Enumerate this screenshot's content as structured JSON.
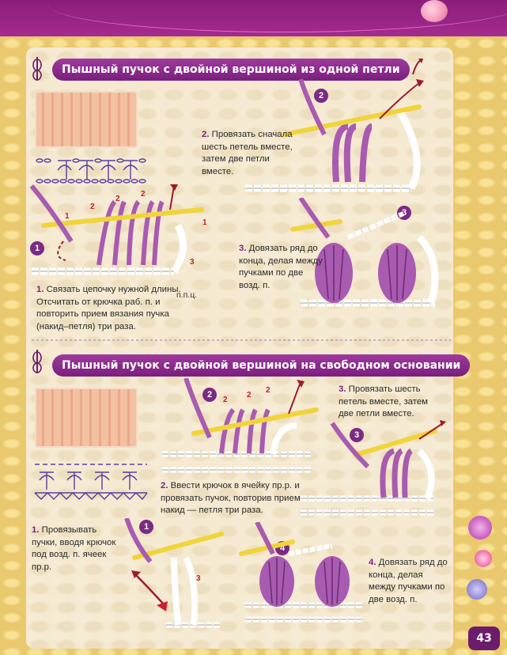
{
  "section1": {
    "title": "Пышный пучок с двойной вершиной из одной петли",
    "step1": {
      "n": "1.",
      "text": "Связать цепочку нужной длины. Отсчитать от крючка раб. п. и повторить прием вязания пучка (накид–петля) три раза."
    },
    "step2": {
      "n": "2.",
      "text": "Провязать сначала шесть петель вместе, затем две петли вместе."
    },
    "step3": {
      "n": "3.",
      "text": "Довязать ряд до конца, делая между пучками по две возд. п."
    },
    "label_ppc": "п.п.ц."
  },
  "section2": {
    "title": "Пышный пучок с двойной вершиной на свободном основании",
    "step1": {
      "n": "1.",
      "text": "Провязывать пучки, вводя крючок под возд. п. ячеек пр.р."
    },
    "step2": {
      "n": "2.",
      "text": "Ввести крючок в ячейку пр.р. и провязать пучок, повторив прием накид — петля три раза."
    },
    "step3": {
      "n": "3.",
      "text": "Провязать шесть петель вместе, затем две петли вместе."
    },
    "step4": {
      "n": "4.",
      "text": "Довязать ряд до конца, делая между пучками по две возд. п."
    }
  },
  "badges": [
    "1",
    "2",
    "3",
    "1",
    "2",
    "3",
    "4"
  ],
  "marks": [
    "1",
    "2",
    "2",
    "2",
    "3",
    "1",
    "2",
    "2",
    "2",
    "3"
  ],
  "page_number": "43",
  "colors": {
    "purple": "#7a2a84",
    "header": "#8e2d8e",
    "arrow": "#9b1b2e",
    "yarn": "#a85bb0"
  }
}
